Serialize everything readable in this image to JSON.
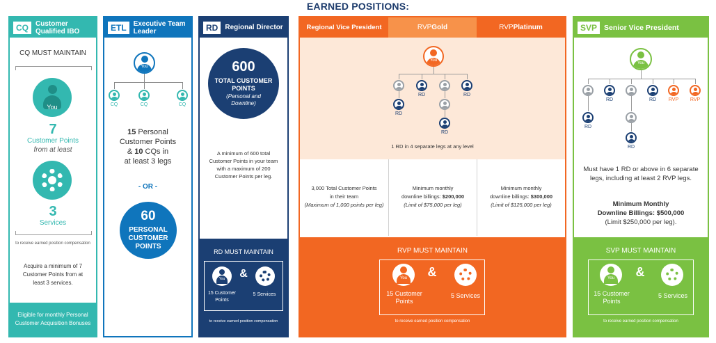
{
  "title": "EARNED POSITIONS:",
  "colors": {
    "teal": "#33b8b0",
    "blue": "#0f75bc",
    "navy": "#1b3f73",
    "orange": "#f26722",
    "orange_light": "#f7924a",
    "peach": "#fde8d8",
    "green": "#7ac142",
    "gray": "#9aa0a6"
  },
  "cq": {
    "badge": "CQ",
    "name": "Customer Qualified IBO",
    "must": "CQ MUST MAINTAIN",
    "you": "You",
    "points_num": "7",
    "points_label": "Customer Points",
    "points_sub": "from at least",
    "services_num": "3",
    "services_label": "Services",
    "receive": "to receive earned position compensation",
    "acquire": "Acquire a minimum of 7 Customer Points from at least 3 services.",
    "footer": "Eligible for monthly Personal Customer Acquisition Bonuses"
  },
  "etl": {
    "badge": "ETL",
    "name": "Executive Team Leader",
    "you": "You",
    "cq": "CQ",
    "req_1a": "15",
    "req_1b": " Personal",
    "req_2": "Customer Points",
    "req_3a": "& ",
    "req_3b": "10",
    "req_3c": " CQs in",
    "req_4": "at least 3 legs",
    "or": "- OR -",
    "circle_num": "60",
    "circle_l1": "PERSONAL",
    "circle_l2": "CUSTOMER",
    "circle_l3": "POINTS"
  },
  "rd": {
    "badge": "RD",
    "name": "Regional Director",
    "circle_num": "600",
    "circle_l1": "TOTAL CUSTOMER",
    "circle_l2": "POINTS",
    "circle_l3": "(Personal and",
    "circle_l4": "Downline)",
    "desc": "A minimum of 600 total Customer Points in your team with a maximum of 200 Customer Points per leg.",
    "must": "RD MUST MAINTAIN",
    "you": "You",
    "amp": "&",
    "points": "15 Customer Points",
    "services": "5 Services",
    "receive": "to receive earned position compensation"
  },
  "rvp": {
    "tab1": "Regional Vice President",
    "tab2a": "RVP ",
    "tab2b": "Gold",
    "tab3a": "RVP ",
    "tab3b": "Platinum",
    "you": "You",
    "rd": "RD",
    "note": "1 RD in 4 separate legs at any level",
    "c1_l1": "3,000 Total Customer Points",
    "c1_l2": "in their team",
    "c1_l3": "(Maximum of 1,000 points per leg)",
    "c2_l1": "Minimum monthly",
    "c2_l2a": "downline billings: ",
    "c2_l2b": "$200,000",
    "c2_l3": "(Limit of $75,000 per leg)",
    "c3_l1": "Minimum monthly",
    "c3_l2a": "downline billings: ",
    "c3_l2b": "$300,000",
    "c3_l3": "(Limit of $125,000 per leg)",
    "must": "RVP MUST MAINTAIN",
    "amp": "&",
    "points": "15 Customer Points",
    "services": "5 Services",
    "receive": "to receive earned position compensation"
  },
  "svp": {
    "badge": "SVP",
    "name": "Senior Vice President",
    "you": "You",
    "rd": "RD",
    "rvp": "RVP",
    "desc": "Must have 1 RD or above in 6 separate legs, including at least 2 RVP legs.",
    "billing_l1": "Minimum Monthly",
    "billing_l2": "Downline Billings: $500,000",
    "billing_l3": "(Limit $250,000 per leg).",
    "must": "SVP MUST MAINTAIN",
    "amp": "&",
    "points": "15 Customer Points",
    "services": "5 Services",
    "receive": "to receive earned position compensation"
  }
}
